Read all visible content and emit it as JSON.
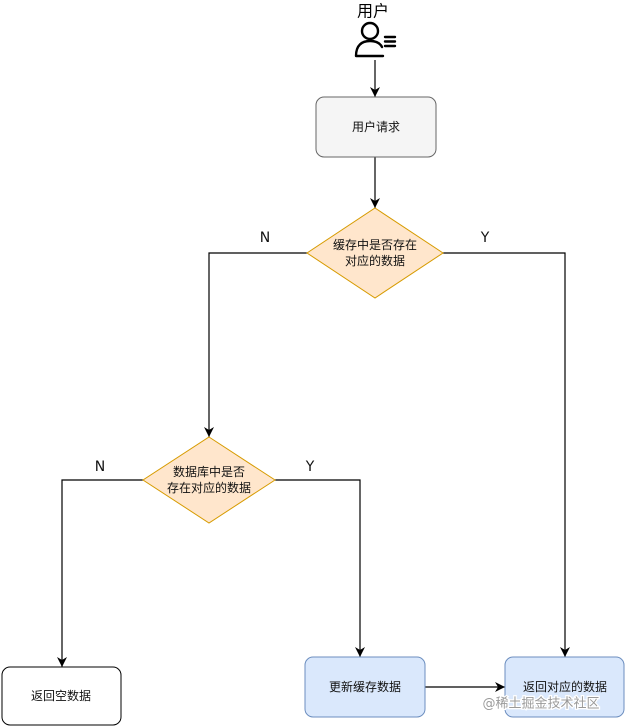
{
  "diagram": {
    "actor": {
      "label": "用户",
      "icon": "user-icon"
    },
    "nodes": {
      "user_request": {
        "label": "用户请求"
      },
      "cache_check": {
        "lines": [
          "缓存中是否存在",
          "对应的数据"
        ]
      },
      "db_check": {
        "lines": [
          "数据库中是否",
          "存在对应的数据"
        ]
      },
      "return_empty": {
        "label": "返回空数据"
      },
      "update_cache": {
        "label": "更新缓存数据"
      },
      "return_data": {
        "label": "返回对应的数据"
      }
    },
    "edge_labels": {
      "cache_no": "N",
      "cache_yes": "Y",
      "db_no": "N",
      "db_yes": "Y"
    },
    "colors": {
      "process_fill": "#f5f5f5",
      "process_stroke": "#666666",
      "decision_fill": "#ffe6cc",
      "decision_stroke": "#d79b00",
      "action_fill": "#dae8fc",
      "action_stroke": "#6c8ebf",
      "terminal_fill": "#ffffff",
      "terminal_stroke": "#000000"
    }
  },
  "watermark": "@稀土掘金技术社区"
}
